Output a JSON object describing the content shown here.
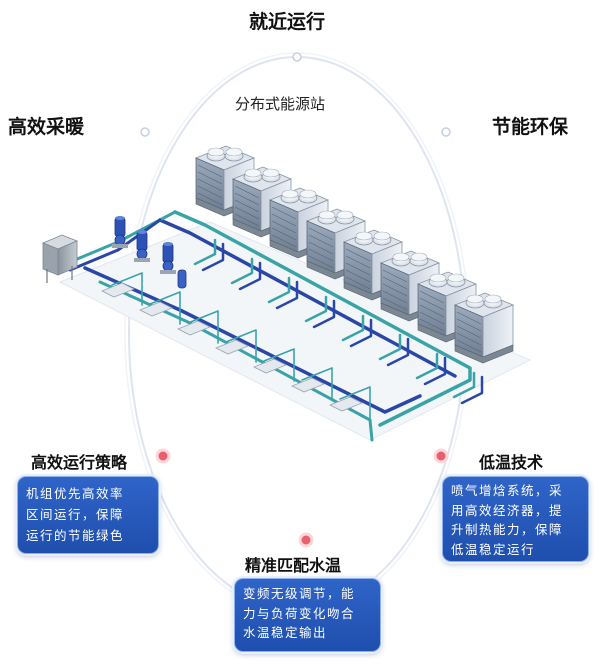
{
  "top": {
    "title": "就近运行"
  },
  "center": {
    "label": "分布式能源站"
  },
  "left_top": {
    "title": "高效采暖"
  },
  "right_top": {
    "title": "节能环保"
  },
  "strategy": {
    "title": "高效运行策略",
    "lines": [
      "机组优先高效率",
      "区间运行，保障",
      "运行的节能绿色"
    ]
  },
  "low_temp": {
    "title": "低温技术",
    "lines": [
      "喷气增焓系统，采",
      "用高效经济器，提",
      "升制热能力，保障",
      "低温稳定运行"
    ]
  },
  "water_temp": {
    "title": "精准匹配水温",
    "lines": [
      "变频无级调节，能",
      "力与负荷变化吻合",
      "水温稳定输出"
    ]
  },
  "colors": {
    "box_blue": "#2a5bc0",
    "pipe_blue": "#2a47a8",
    "pipe_teal": "#3aa3a8",
    "dot_red": "#e05563",
    "ring": "#d9dff0"
  },
  "icons": [
    "heat-pump-unit-icon",
    "water-pump-icon",
    "storage-tank-icon",
    "expansion-tank-icon"
  ]
}
